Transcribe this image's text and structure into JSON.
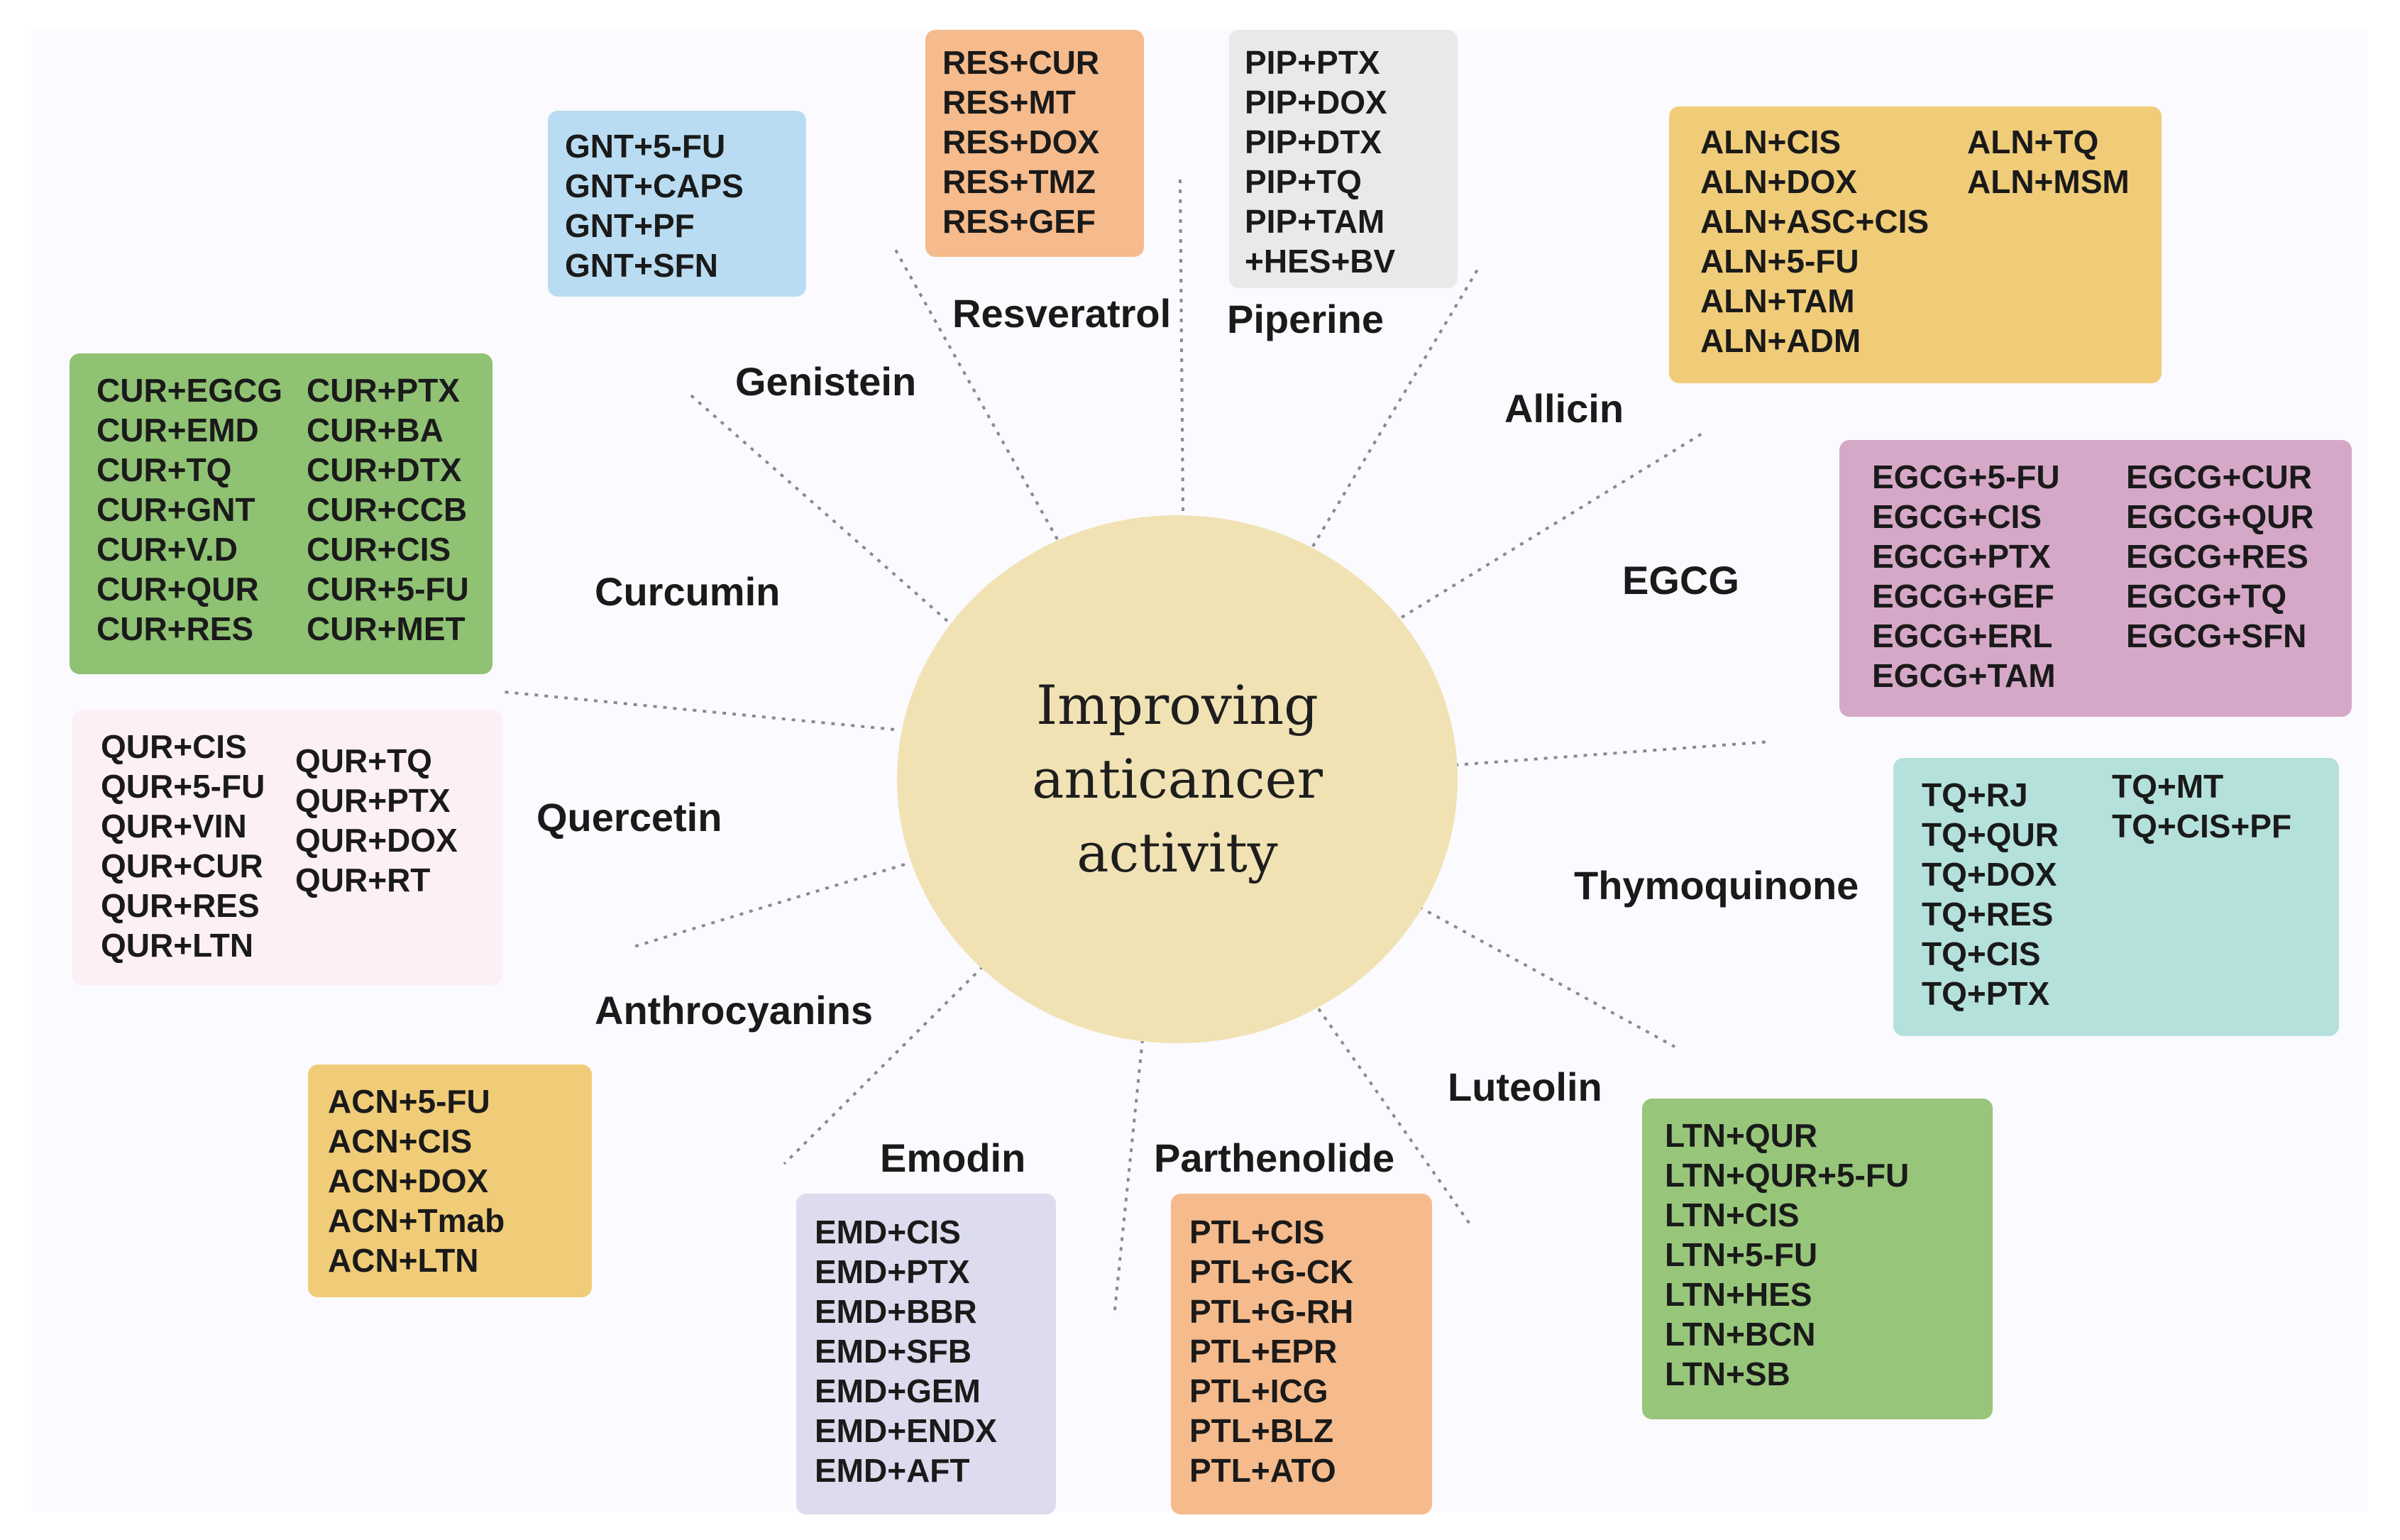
{
  "center": {
    "lines": [
      "Improving",
      "anticancer",
      "activity"
    ],
    "color": "#f1e2b4"
  },
  "compounds": {
    "resveratrol": {
      "label": "Resveratrol",
      "color": "#f5bb8c",
      "columns": [
        [
          "RES+CUR",
          "RES+MT",
          "RES+DOX",
          "RES+TMZ",
          "RES+GEF"
        ]
      ]
    },
    "piperine": {
      "label": "Piperine",
      "color": "#e9e9e9",
      "columns": [
        [
          "PIP+PTX",
          "PIP+DOX",
          "PIP+DTX",
          "PIP+TQ",
          "PIP+TAM",
          "+HES+BV"
        ]
      ]
    },
    "genistein": {
      "label": "Genistein",
      "color": "#b9dcf2",
      "columns": [
        [
          "GNT+5-FU",
          "GNT+CAPS",
          "GNT+PF",
          "GNT+SFN"
        ]
      ]
    },
    "allicin": {
      "label": "Allicin",
      "color": "#f0cc79",
      "columns": [
        [
          "ALN+CIS",
          "ALN+DOX",
          "ALN+ASC+CIS",
          "ALN+5-FU",
          "ALN+TAM",
          "ALN+ADM"
        ],
        [
          "ALN+TQ",
          "ALN+MSM"
        ]
      ]
    },
    "curcumin": {
      "label": "Curcumin",
      "color": "#8fc273",
      "columns": [
        [
          "CUR+EGCG",
          "CUR+EMD",
          "CUR+TQ",
          "CUR+GNT",
          "CUR+V.D",
          "CUR+QUR",
          "CUR+RES"
        ],
        [
          "CUR+PTX",
          "CUR+BA",
          "CUR+DTX",
          "CUR+CCB",
          "CUR+CIS",
          "CUR+5-FU",
          "CUR+MET"
        ]
      ]
    },
    "egcg": {
      "label": "EGCG",
      "color": "#d6a8c8",
      "columns": [
        [
          "EGCG+5-FU",
          "EGCG+CIS",
          "EGCG+PTX",
          "EGCG+GEF",
          "EGCG+ERL",
          "EGCG+TAM"
        ],
        [
          "EGCG+CUR",
          "EGCG+QUR",
          "EGCG+RES",
          "EGCG+TQ",
          "EGCG+SFN"
        ]
      ]
    },
    "quercetin": {
      "label": "Quercetin",
      "color": "#fdf0f4",
      "columns": [
        [
          "QUR+CIS",
          "QUR+5-FU",
          "QUR+VIN",
          "QUR+CUR",
          "QUR+RES",
          "QUR+LTN"
        ],
        [
          "QUR+TQ",
          "QUR+PTX",
          "QUR+DOX",
          "QUR+RT"
        ]
      ]
    },
    "thymoquinone": {
      "label": "Thymoquinone",
      "color": "#b5e1dc",
      "columns": [
        [
          "TQ+RJ",
          "TQ+QUR",
          "TQ+DOX",
          "TQ+RES",
          "TQ+CIS",
          "TQ+PTX"
        ],
        [
          "TQ+MT",
          "TQ+CIS+PF"
        ]
      ]
    },
    "anthrocyanins": {
      "label": "Anthrocyanins",
      "color": "#f0cc79",
      "columns": [
        [
          "ACN+5-FU",
          "ACN+CIS",
          "ACN+DOX",
          "ACN+Tmab",
          "ACN+LTN"
        ]
      ]
    },
    "luteolin": {
      "label": "Luteolin",
      "color": "#97c67a",
      "columns": [
        [
          "LTN+QUR",
          "LTN+QUR+5-FU",
          "LTN+CIS",
          "LTN+5-FU",
          "LTN+HES",
          "LTN+BCN",
          "LTN+SB"
        ]
      ]
    },
    "emodin": {
      "label": "Emodin",
      "color": "#dcdcee",
      "columns": [
        [
          "EMD+CIS",
          "EMD+PTX",
          "EMD+BBR",
          "EMD+SFB",
          "EMD+GEM",
          "EMD+ENDX",
          "EMD+AFT"
        ]
      ]
    },
    "parthenolide": {
      "label": "Parthenolide",
      "color": "#f5bb8c",
      "columns": [
        [
          "PTL+CIS",
          "PTL+G-CK",
          "PTL+G-RH",
          "PTL+EPR",
          "PTL+ICG",
          "PTL+BLZ",
          "PTL+ATO"
        ]
      ]
    }
  }
}
